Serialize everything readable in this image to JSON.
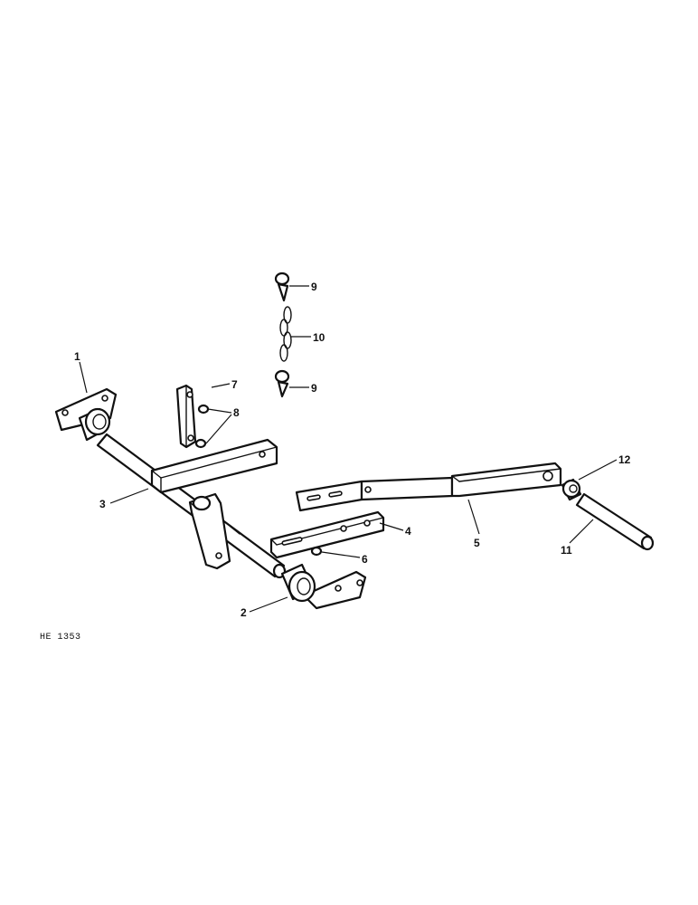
{
  "figure": {
    "ref_code": "HE 1353",
    "callouts": {
      "c1": "1",
      "c2": "2",
      "c3": "3",
      "c4": "4",
      "c5": "5",
      "c6": "6",
      "c7": "7",
      "c8": "8",
      "c9a": "9",
      "c9b": "9",
      "c10": "10",
      "c11": "11",
      "c12": "12"
    }
  }
}
